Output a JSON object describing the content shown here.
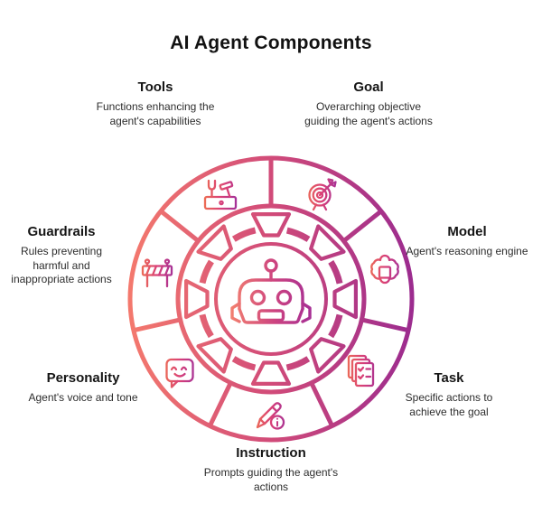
{
  "title": "AI Agent Components",
  "colors": {
    "gradient_left": "#F4796D",
    "gradient_mid": "#D14B79",
    "gradient_right": "#9B2B8F",
    "text_heading": "#151515",
    "text_body": "#2d2d2d",
    "background": "#ffffff"
  },
  "center": {
    "icon": "robot-icon"
  },
  "components": [
    {
      "id": "tools",
      "label": "Tools",
      "description": "Functions enhancing the agent's capabilities",
      "icon": "tools-icon"
    },
    {
      "id": "goal",
      "label": "Goal",
      "description": "Overarching objective guiding the agent's actions",
      "icon": "target-icon"
    },
    {
      "id": "model",
      "label": "Model",
      "description": "Agent's reasoning engine",
      "icon": "brain-chip-icon"
    },
    {
      "id": "task",
      "label": "Task",
      "description": "Specific actions to achieve the goal",
      "icon": "checklist-icon"
    },
    {
      "id": "instruction",
      "label": "Instruction",
      "description": "Prompts guiding the agent's actions",
      "icon": "pencil-info-icon"
    },
    {
      "id": "personality",
      "label": "Personality",
      "description": "Agent's voice and tone",
      "icon": "smiley-bubble-icon"
    },
    {
      "id": "guardrails",
      "label": "Guardrails",
      "description": "Rules preventing harmful and inappropriate actions",
      "icon": "barrier-icon"
    }
  ]
}
